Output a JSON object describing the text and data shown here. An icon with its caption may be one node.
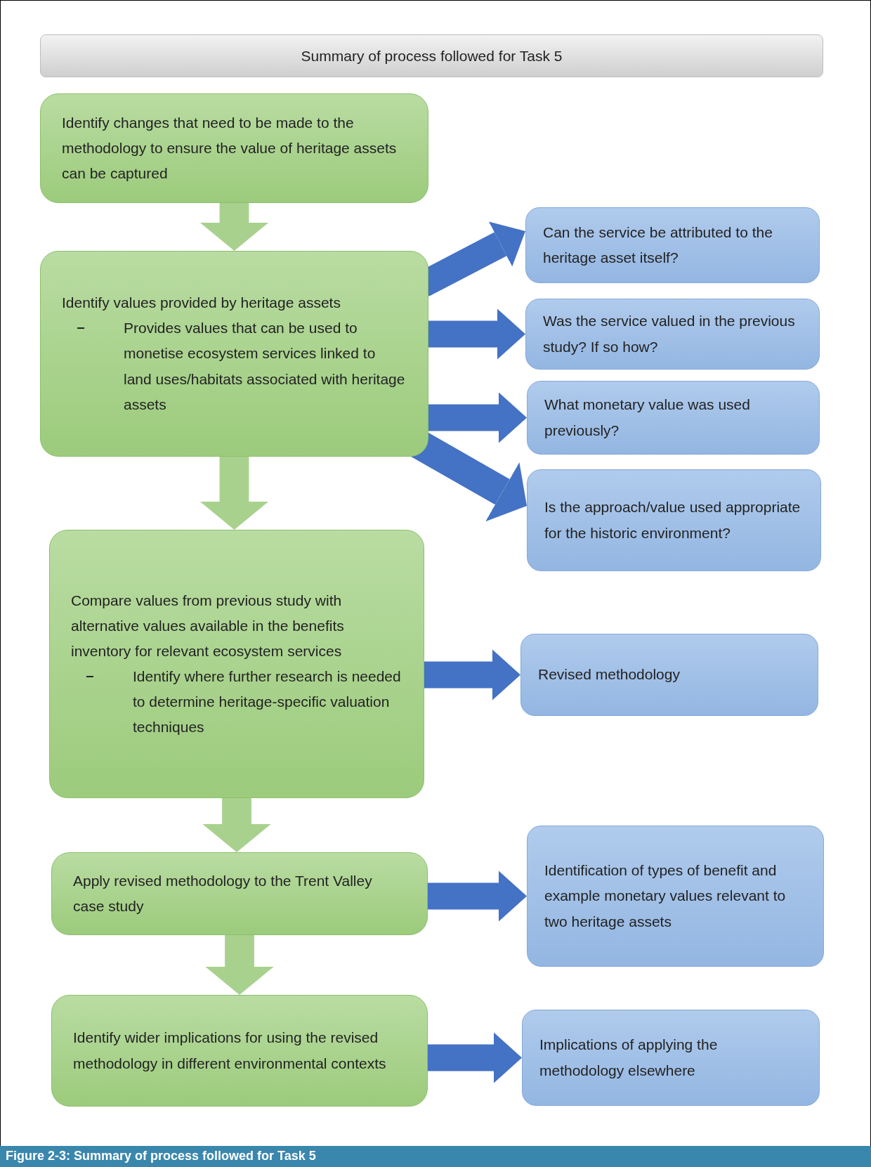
{
  "diagram": {
    "title": "Summary of process followed for Task 5",
    "caption": "Figure 2-3: Summary of process followed for Task 5",
    "nodes": [
      {
        "text": [
          "Identify changes that need to be made to the methodology to ensure the value of heritage assets can be captured"
        ]
      },
      {
        "text": [
          "Identify values provided by heritage assets",
          "Provides values that can be used to monetise ecosystem services linked to land uses/habitats associated with heritage assets"
        ]
      },
      {
        "text": [
          "Can the service be attributed to the heritage asset itself?"
        ]
      },
      {
        "text": [
          "Was the service valued in the previous study? If so how?"
        ]
      },
      {
        "text": [
          "What monetary value was used previously?"
        ]
      },
      {
        "text": [
          "Is the approach/value used appropriate for the historic environment?"
        ]
      },
      {
        "text": [
          "Compare values from previous study with alternative values available in the benefits inventory for relevant ecosystem services",
          "Identify where further research is needed to determine heritage-specific valuation techniques"
        ]
      },
      {
        "text": [
          "Revised methodology"
        ]
      },
      {
        "text": [
          "Apply revised methodology to the Trent Valley case study"
        ]
      },
      {
        "text": [
          "Identification of types of benefit and example monetary values relevant to two heritage assets"
        ]
      },
      {
        "text": [
          "Identify wider implications for using the revised methodology in different environmental contexts"
        ]
      },
      {
        "text": [
          "Implications of applying the methodology elsewhere"
        ]
      }
    ],
    "edges": [
      {
        "from": 0,
        "to": 1,
        "arrow": "to",
        "color": "#a9d18e"
      },
      {
        "from": 1,
        "to": 2,
        "arrow": "to"
      },
      {
        "from": 1,
        "to": 3,
        "arrow": "to"
      },
      {
        "from": 1,
        "to": 4,
        "arrow": "to"
      },
      {
        "from": 1,
        "to": 5,
        "arrow": "to"
      },
      {
        "from": 1,
        "to": 6,
        "arrow": "to",
        "color": "#a9d18e"
      },
      {
        "from": 6,
        "to": 7,
        "arrow": "to"
      },
      {
        "from": 6,
        "to": 8,
        "arrow": "to",
        "color": "#a9d18e"
      },
      {
        "from": 8,
        "to": 9,
        "arrow": "to"
      },
      {
        "from": 8,
        "to": 10,
        "arrow": "to",
        "color": "#a9d18e"
      },
      {
        "from": 10,
        "to": 11,
        "arrow": "to"
      }
    ]
  }
}
